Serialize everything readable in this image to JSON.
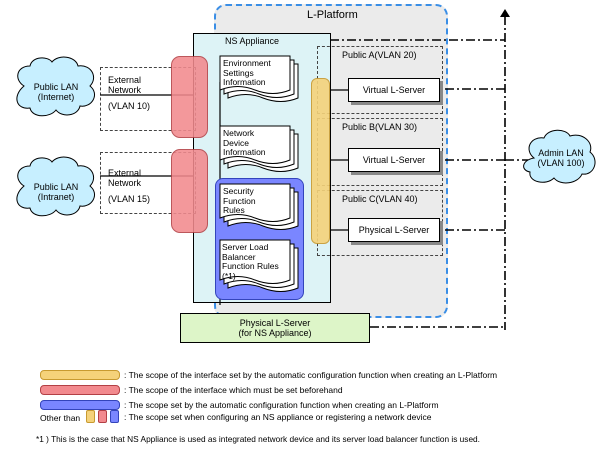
{
  "lplatform": {
    "title": "L-Platform"
  },
  "ns_appliance": {
    "title": "NS Appliance",
    "docs": [
      {
        "label": "Environment\nSettings\nInformation"
      },
      {
        "label": "Network\nDevice\nInformation"
      },
      {
        "label": "Security\nFunction\nRules"
      },
      {
        "label": "Server Load\nBalancer\nFunction Rules\n(*1)"
      }
    ]
  },
  "public_segments": [
    {
      "title": "Public A(VLAN 20)",
      "server": "Virtual L-Server"
    },
    {
      "title": "Public B(VLAN 30)",
      "server": "Virtual L-Server"
    },
    {
      "title": "Public C(VLAN 40)",
      "server": "Physical L-Server"
    }
  ],
  "external_networks": [
    {
      "cloud": "Public LAN\n(Internet)",
      "label": "External\nNetwork",
      "vlan": "(VLAN 10)"
    },
    {
      "cloud": "Public LAN\n(Intranet)",
      "label": "External\nNetwork",
      "vlan": "(VLAN 15)"
    }
  ],
  "admin_lan": {
    "label": "Admin LAN\n(VLAN 100)"
  },
  "ns_physical_server": {
    "label": "Physical L-Server\n(for NS Appliance)"
  },
  "legend": {
    "items": [
      {
        "text": ": The scope of the interface set by the automatic configuration function when creating an L-Platform",
        "color": "#f5d27a"
      },
      {
        "text": ": The scope of the interface which must be set beforehand",
        "color": "#f28a8e"
      },
      {
        "text": ": The scope set by the automatic configuration function when creating an L-Platform",
        "color": "#7a86ff"
      },
      {
        "text": ": The scope set when configuring an NS appliance or registering a network device",
        "color": ""
      }
    ],
    "other_than": "Other than",
    "footnote": "*1 ) This is the case that NS Appliance is used as integrated network device and its server load balancer function is used."
  },
  "colors": {
    "yellow": "#f5d27a",
    "red": "#f28a8e",
    "blue": "#7a86ff",
    "ns_fill": "#ddf3f6",
    "lplatform_fill": "#ebebeb",
    "lplatform_border": "#3a8ee6",
    "ns_server_fill": "#ddf5c8"
  }
}
